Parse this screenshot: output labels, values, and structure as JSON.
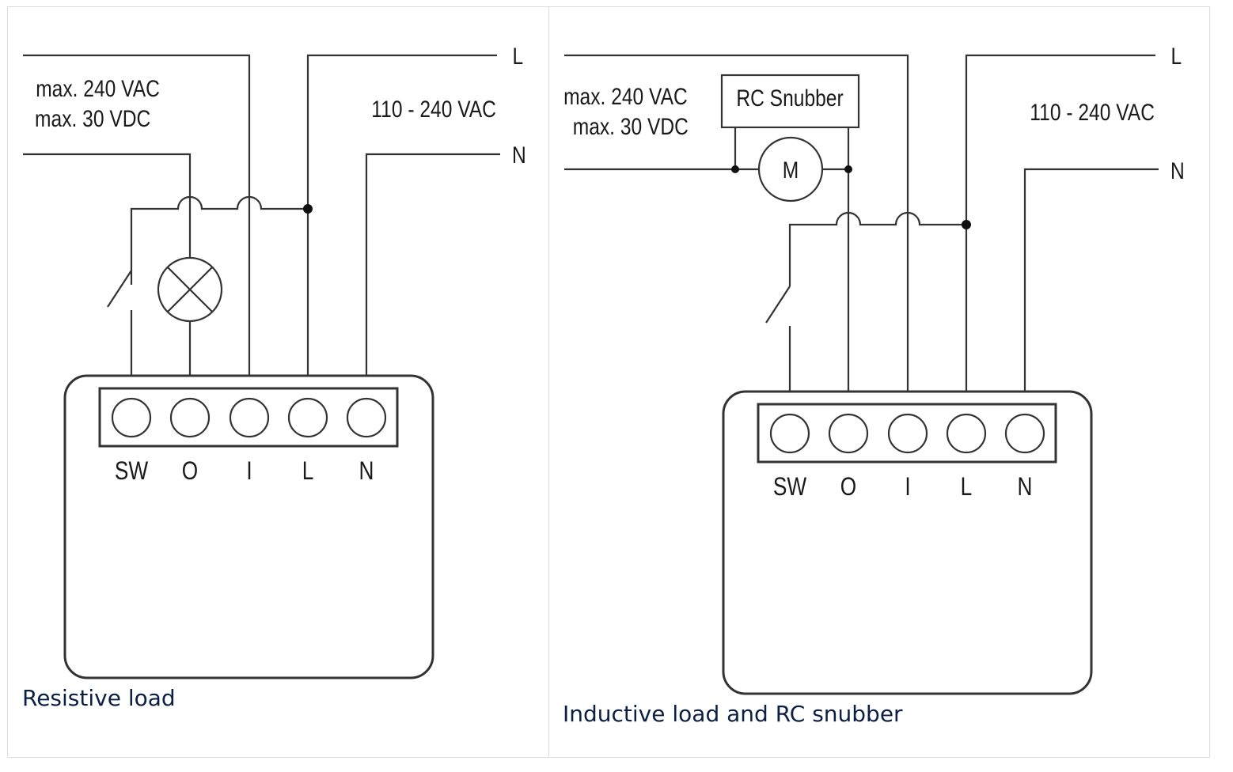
{
  "panels": [
    {
      "caption": "Resistive load",
      "source_voltage": [
        "max. 240 VAC",
        "max. 30 VDC"
      ],
      "supply_voltage": "110 - 240 VAC",
      "line_labels": {
        "live": "L",
        "neutral": "N"
      },
      "terminals": [
        "SW",
        "O",
        "I",
        "L",
        "N"
      ]
    },
    {
      "caption": "Inductive load and RC snubber",
      "source_voltage": [
        "max. 240 VAC",
        "max. 30 VDC"
      ],
      "supply_voltage": "110 - 240 VAC",
      "line_labels": {
        "live": "L",
        "neutral": "N"
      },
      "snubber_label": "RC Snubber",
      "motor_label": "M",
      "terminals": [
        "SW",
        "O",
        "I",
        "L",
        "N"
      ]
    }
  ]
}
